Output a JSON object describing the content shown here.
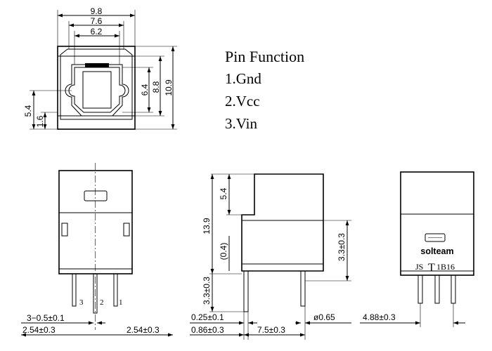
{
  "pin_function": {
    "title": "Pin Function",
    "items": [
      "1.Gnd",
      "2.Vcc",
      "3.Vin"
    ]
  },
  "top_view": {
    "dim_width_outer": "9.8",
    "dim_width_mid": "7.6",
    "dim_width_inner": "6.2",
    "dim_height_inner": "6.4",
    "dim_height_mid": "8.8",
    "dim_height_outer": "10.9",
    "dim_left_upper": "5.4",
    "dim_left_lower": "1.6"
  },
  "front_view": {
    "pin_labels": [
      "3",
      "2",
      "1"
    ],
    "dim_pin_offset": "3−0.5±0.1",
    "dim_pitch_left": "2.54±0.3",
    "dim_pitch_right": "2.54±0.3"
  },
  "side_view": {
    "dim_top_block": "5.4",
    "dim_total_height": "13.9",
    "dim_small_gap": "(0.4)",
    "dim_lead_length": "3.3±0.3",
    "dim_body_height": "3.3±0.3",
    "dim_lead_thickness": "0.25±0.1",
    "dim_lead_offset": "0.86±0.3",
    "dim_lead_spacing": "7.5±0.3",
    "dim_lead_diameter": "ø0.65"
  },
  "back_view": {
    "brand": "solteam",
    "model_prefix": "JS",
    "model_logo": "T",
    "model_suffix": "1B16",
    "dim_width": "4.88±0.3"
  }
}
